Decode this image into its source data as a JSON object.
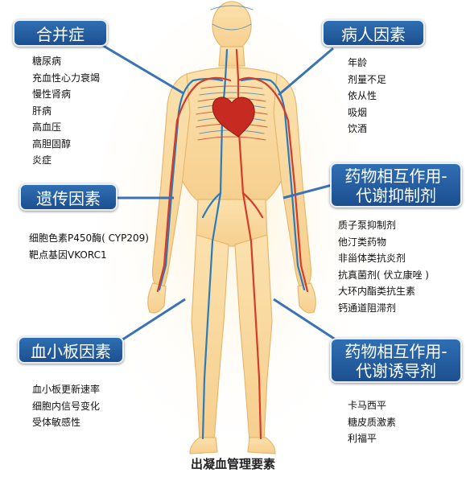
{
  "groups": {
    "complications": {
      "heading": "合并症",
      "items": [
        "糖尿病",
        "充血性心力衰竭",
        "慢性肾病",
        "肝病",
        "高血压",
        "高胆固醇",
        "炎症"
      ]
    },
    "personal": {
      "heading": "病人因素",
      "items": [
        "年龄",
        "剂量不足",
        "依从性",
        "吸烟",
        "饮酒"
      ]
    },
    "genetic": {
      "heading": "遗传因素",
      "items": [
        "细胞色素P450酶( CYP209)",
        "靶点基因VKORC1"
      ]
    },
    "inhibition": {
      "heading_line1": "药物相互作用-",
      "heading_line2": "代谢抑制剂",
      "items": [
        "质子泵抑制剂",
        "他汀类药物",
        "非甾体类抗炎剂",
        "抗真菌剂( 伏立康唑 )",
        "大环内酯类抗生素",
        "钙通道阻滞剂"
      ]
    },
    "platelet": {
      "heading": "血小板因素",
      "items": [
        "血小板更新速率",
        "细胞内信号变化",
        "受体敏感性"
      ]
    },
    "induction": {
      "heading_line1": "药物相互作用-",
      "heading_line2": "代谢诱导剂",
      "items": [
        "卡马西平",
        "糖皮质激素",
        "利福平"
      ]
    }
  },
  "figure_title": "出凝血管理要素",
  "colors": {
    "label_bg": "#1f5a9e",
    "body_fill": "#fbd79a",
    "artery": "#d63a2a",
    "vein": "#2b7bb9"
  }
}
